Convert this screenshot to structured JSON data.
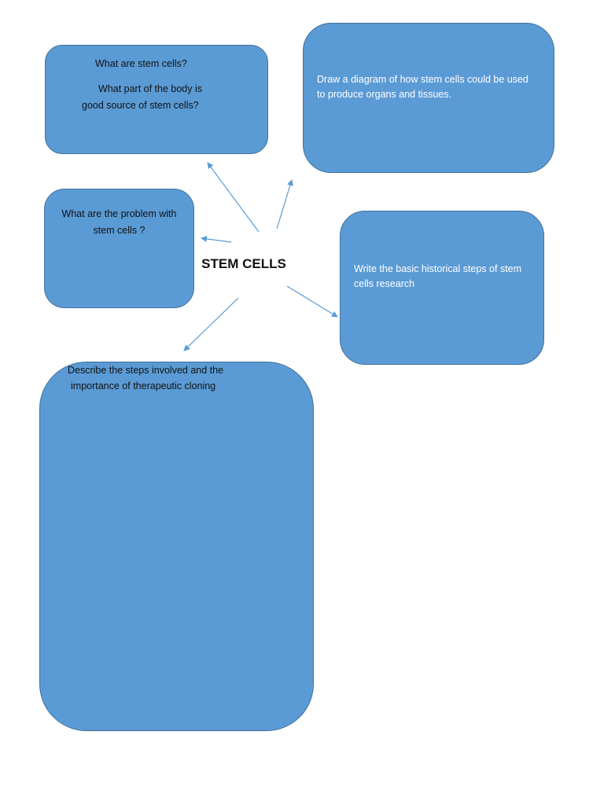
{
  "diagram": {
    "center": {
      "label": "STEM CELLS"
    },
    "boxes": {
      "stem_definition": {
        "line1": "What are stem cells?",
        "line2": "What part of the body is",
        "line3": "good source of stem cells?"
      },
      "organs": {
        "line1": "Draw a diagram of how stem cells could be used",
        "line2": "to produce organs and tissues."
      },
      "problems": {
        "line1": "What are the problem with",
        "line2": "stem cells ?"
      },
      "history": {
        "line1": "Write the basic historical steps of stem",
        "line2": "cells research"
      },
      "cloning": {
        "line1": "Describe the steps involved and the",
        "line2": "importance of therapeutic cloning"
      }
    },
    "colors": {
      "box_fill": "#5b9bd5",
      "box_border": "#41719c",
      "arrow": "#5b9bd5"
    }
  }
}
